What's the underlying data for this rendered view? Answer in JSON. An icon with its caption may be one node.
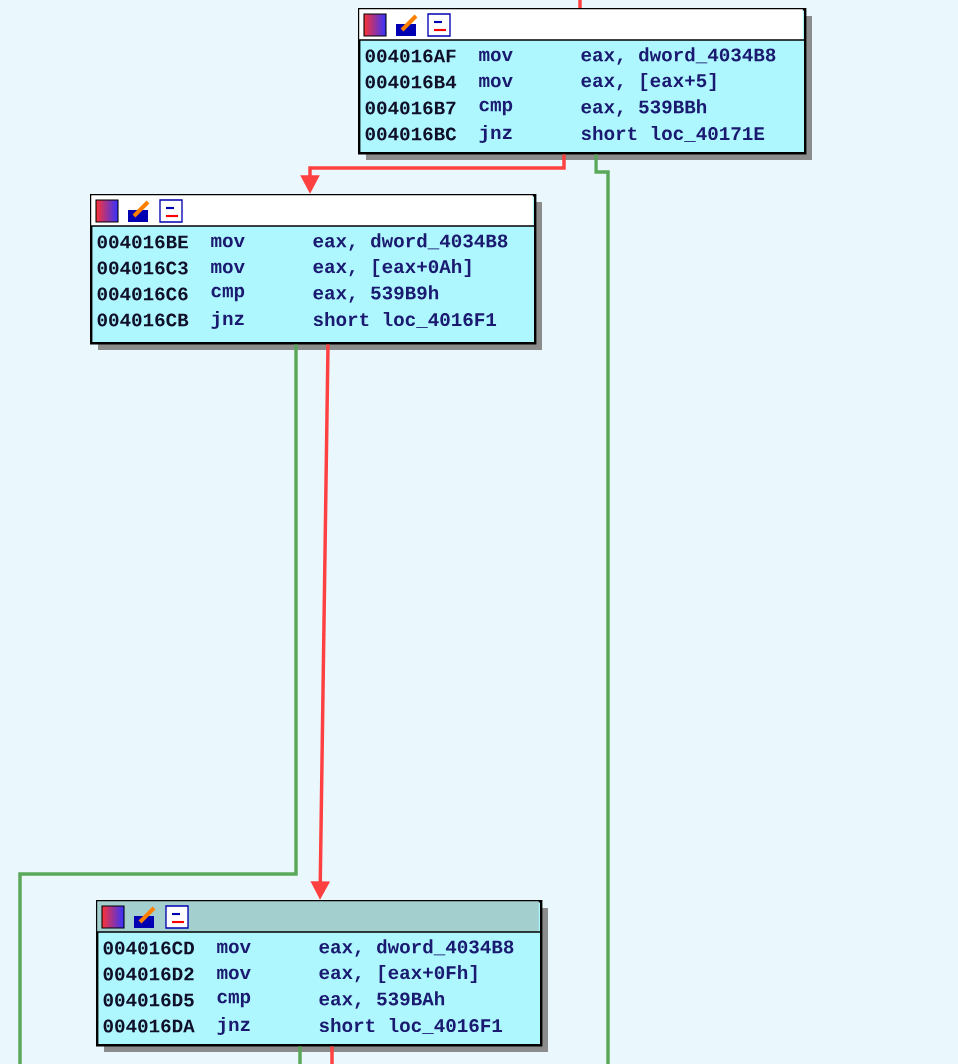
{
  "diagram": {
    "nodes": [
      {
        "text": [
          "004016AF",
          "mov",
          "eax, dword_4034B8",
          "004016B4",
          "mov",
          "eax, [eax+5]",
          "004016B7",
          "cmp",
          "eax, 539BBh",
          "004016BC",
          "jnz",
          "short loc_40171E"
        ]
      },
      {
        "text": [
          "004016BE",
          "mov",
          "eax, dword_4034B8",
          "004016C3",
          "mov",
          "eax, [eax+0Ah]",
          "004016C6",
          "cmp",
          "eax, 539B9h",
          "004016CB",
          "jnz",
          "short loc_4016F1"
        ]
      },
      {
        "text": [
          "004016CD",
          "mov",
          "eax, dword_4034B8",
          "004016D2",
          "mov",
          "eax, [eax+0Fh]",
          "004016D5",
          "cmp",
          "eax, 539BAh",
          "004016DA",
          "jnz",
          "short loc_4016F1"
        ]
      }
    ],
    "edges": [
      {
        "from": null,
        "to": 0,
        "arrow": "none"
      },
      {
        "from": 0,
        "to": 1,
        "arrow": "to"
      },
      {
        "from": 0,
        "to": null,
        "arrow": "none",
        "color": "#5aa85a"
      },
      {
        "from": 1,
        "to": null,
        "arrow": "none",
        "color": "#5aa85a"
      },
      {
        "from": 1,
        "to": 2,
        "arrow": "to"
      },
      {
        "from": 2,
        "to": null,
        "arrow": "none",
        "color": "#5aa85a"
      },
      {
        "from": 2,
        "to": null,
        "arrow": "none"
      }
    ]
  }
}
